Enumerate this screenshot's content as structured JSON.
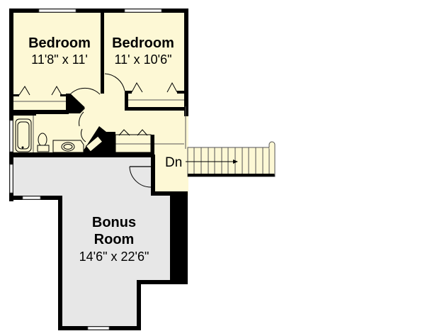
{
  "floor_plan": {
    "colors": {
      "living_fill": "#fdf8d5",
      "bonus_fill": "#e7e7e7",
      "wall": "#000000",
      "background": "#ffffff"
    },
    "rooms": [
      {
        "id": "bedroom-left",
        "name": "Bedroom",
        "dimensions": "11'8\" x 11'"
      },
      {
        "id": "bedroom-right",
        "name": "Bedroom",
        "dimensions": "11' x 10'6\""
      },
      {
        "id": "bonus-room",
        "name_line1": "Bonus",
        "name_line2": "Room",
        "dimensions": "14'6\" x 22'6\""
      }
    ],
    "stairs": {
      "label": "Dn",
      "direction": "right"
    },
    "fixtures": [
      "bathtub",
      "toilet",
      "sink",
      "closet-left",
      "closet-right",
      "linen-closet",
      "hall-closet"
    ]
  }
}
